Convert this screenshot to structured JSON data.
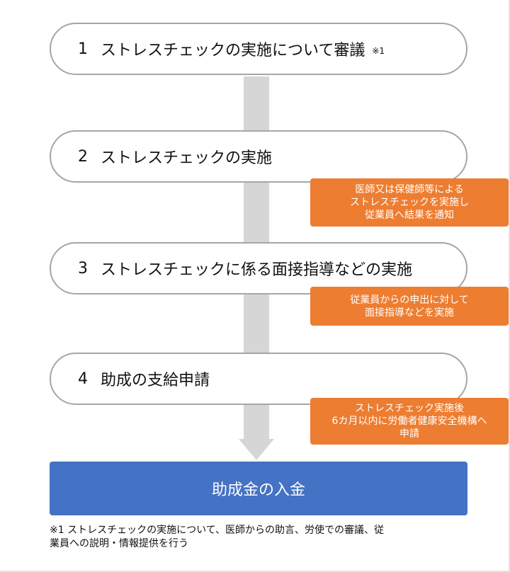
{
  "steps": [
    {
      "num": "1",
      "label": "ストレスチェックの実施について審議",
      "note": "※1"
    },
    {
      "num": "2",
      "label": "ストレスチェックの実施"
    },
    {
      "num": "3",
      "label": "ストレスチェックに係る面接指導などの実施"
    },
    {
      "num": "4",
      "label": "助成の支給申請"
    }
  ],
  "callouts": [
    [
      "医師又は保健師等による",
      "ストレスチェックを実施し",
      "従業員へ結果を通知"
    ],
    [
      "従業員からの申出に対して",
      "面接指導などを実施"
    ],
    [
      "ストレスチェック実施後",
      "6カ月以内に労働者健康安全機構へ",
      "申請"
    ]
  ],
  "final": "助成金の入金",
  "footnote": [
    "※1 ストレスチェックの実施について、医師からの助言、労使での審議、従",
    "業員への説明・情報提供を行う"
  ]
}
